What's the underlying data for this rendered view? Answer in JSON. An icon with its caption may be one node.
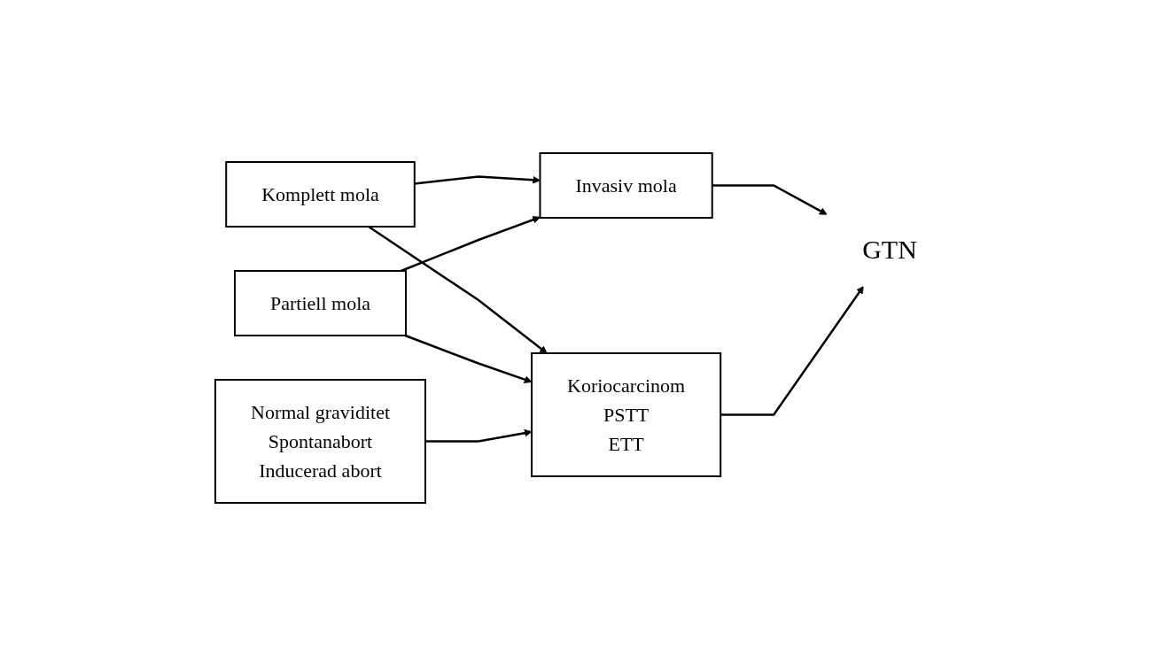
{
  "diagram": {
    "nodes": [
      {
        "text": [
          "Komplett mola"
        ]
      },
      {
        "text": [
          "Partiell mola"
        ]
      },
      {
        "text": [
          "Normal graviditet",
          "Spontanabort",
          "Inducerad abort"
        ]
      },
      {
        "text": [
          "Invasiv mola"
        ]
      },
      {
        "text": [
          "Koriocarcinom",
          "PSTT",
          "ETT"
        ]
      },
      {
        "text": [
          "GTN"
        ]
      }
    ],
    "edges": [
      {
        "from": 0,
        "to": 3,
        "arrow": "to"
      },
      {
        "from": 0,
        "to": 4,
        "arrow": "to"
      },
      {
        "from": 1,
        "to": 3,
        "arrow": "to"
      },
      {
        "from": 1,
        "to": 4,
        "arrow": "to"
      },
      {
        "from": 2,
        "to": 4,
        "arrow": "to"
      },
      {
        "from": 3,
        "to": 5,
        "arrow": "to"
      },
      {
        "from": 4,
        "to": 5,
        "arrow": "to"
      }
    ]
  }
}
